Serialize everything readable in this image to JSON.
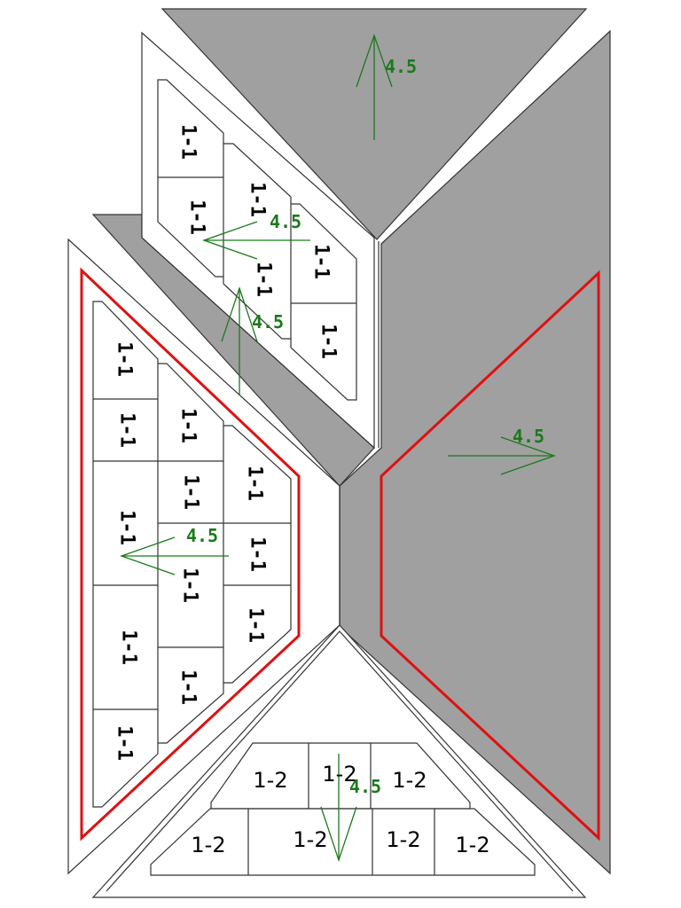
{
  "colors": {
    "roof_gray": "#a0a0a0",
    "outline": "#333333",
    "highlight_red": "#e01010",
    "slope_green": "#1a7a1a"
  },
  "slope_labels": [
    "4.5",
    "4.5",
    "4.5",
    "4.5",
    "4.5",
    "4.5"
  ],
  "upper_panel_cells": [
    "1-1",
    "1-1",
    "1-1",
    "1-1",
    "1-1",
    "1-1"
  ],
  "left_panel_cells": [
    "1-1",
    "1-1",
    "1-1",
    "1-1",
    "1-1",
    "1-1",
    "1-1",
    "1-1",
    "1-1",
    "1-1",
    "1-1",
    "1-1"
  ],
  "bottom_panel_cells": [
    "1-2",
    "1-2",
    "1-2",
    "1-2",
    "1-2",
    "1-2",
    "1-2"
  ]
}
